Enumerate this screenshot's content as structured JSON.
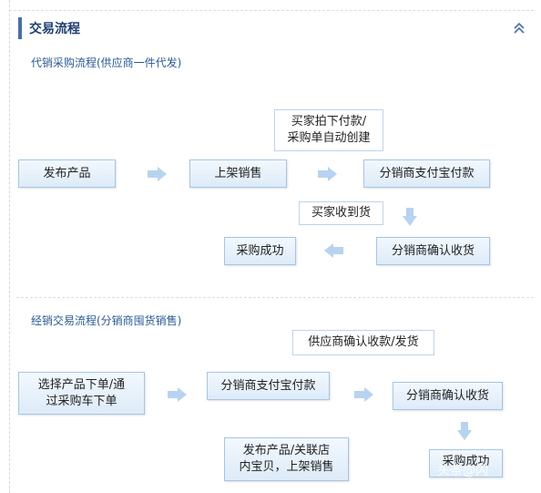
{
  "section": {
    "title": "交易流程"
  },
  "flow1": {
    "subtitle": "代销采购流程(供应商一件代发)",
    "publish": "发布产品",
    "list": "上架销售",
    "note": "买家拍下付款/\n采购单自动创建",
    "pay": "分销商支付宝付款",
    "received_note": "买家收到货",
    "confirm": "分销商确认收货",
    "success": "采购成功"
  },
  "flow2": {
    "subtitle": "经销交易流程(分销商囤货销售)",
    "order": "选择产品下单/通\n过采购车下单",
    "pay": "分销商支付宝付款",
    "supplier_note": "供应商确认收款/发货",
    "confirm": "分销商确认收货",
    "publish": "发布产品/关联店\n内宝贝，上架销售",
    "success": "采购成功"
  },
  "watermark": "头条@闪"
}
